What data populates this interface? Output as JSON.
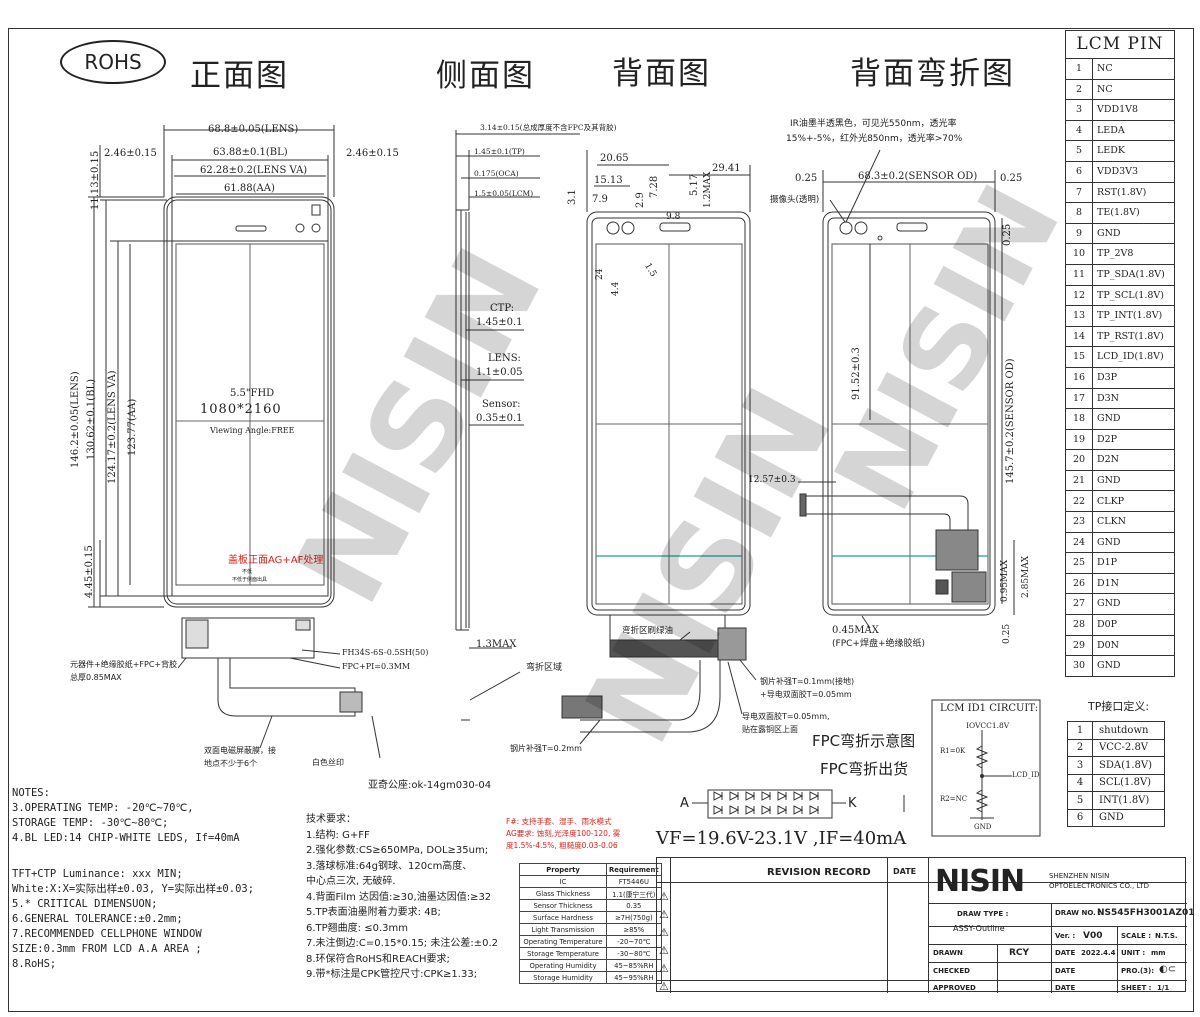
{
  "rohs": "ROHS",
  "titles": {
    "front": "正面图",
    "side": "侧面图",
    "back": "背面图",
    "fold": "背面弯折图"
  },
  "front": {
    "dims": [
      "68.8±0.05(LENS)",
      "63.88±0.1(BL)",
      "62.28±0.2(LENS VA)",
      "61.88(AA)",
      "2.46±0.15",
      "2.46±0.15",
      "11.13±0.15",
      "146.2±0.05(LENS)",
      "130.62±0.1(BL)",
      "124.17±0.2(LENS VA)",
      "123.77(AA)",
      "4.45±0.15"
    ],
    "res1": "5.5\"FHD",
    "res2": "1080*2160",
    "view": "Viewing Angle:FREE",
    "ag": "盖板正面AG+AF处理",
    "small1": "不低",
    "small2": "不低于侧面出具",
    "fh": "FH34S-6S-0.5SH(50)",
    "fpc": "FPC+PI=0.3MM",
    "comp1": "元器件+绝缘胶纸+FPC+背胶",
    "comp2": "总厚0.85MAX",
    "tape1": "双面电磁屏蔽膜，接",
    "tape2": "地点不少于6个",
    "silk": "白色丝印"
  },
  "side": {
    "top1": "3.14±0.15(总成厚度不含FPC及其背胶)",
    "tp": "1.45±0.1(TP)",
    "oca": "0.175(OCA)",
    "lcm": "1.5±0.05(LCM)",
    "ctp": "CTP:",
    "ctpv": "1.45±0.1",
    "lens": "LENS:",
    "lensv": "1.1±0.05",
    "sensor": "Sensor:",
    "sensorv": "0.35±0.1",
    "max": "1.3MAX",
    "bend": "弯折区域"
  },
  "back": {
    "d1": "20.65",
    "d2": "29.41",
    "d3": "15.13",
    "d4": "7.9",
    "d5": "7.28",
    "d6": "5.17",
    "d7": "3.1",
    "d8": "2.9",
    "d9": "9.8",
    "d10": "1.2MAX",
    "d11": "24",
    "d12": "4.4",
    "d13": "1.5",
    "green": "弯折区刷绿油",
    "st1": "钢片补强T=0.1mm(接地)",
    "st2": "+导电双面胶T=0.05mm",
    "cd1": "导电双面胶T=0.05mm,",
    "cd2": "贴在露铜区上面",
    "st3": "钢片补强T=0.2mm"
  },
  "fold": {
    "ir1": "IR油墨半透黑色，可见光550nm，透光率",
    "ir2": "15%+-5%，红外光850nm，透光率>70%",
    "cam": "摄像头(透明)",
    "d1": "0.25",
    "d2": "68.3±0.2(SENSOR OD)",
    "d3": "0.25",
    "d4": "0.25",
    "d5": "91.52±0.3",
    "d6": "145.7±0.2(SENSOR OD)",
    "d7": "12.57±0.3",
    "d8": "0.95MAX",
    "d9": "2.85MAX",
    "d10": "0.25",
    "m1": "0.45MAX",
    "m2": "(FPC+焊盘+绝缘胶纸)"
  },
  "pin_title": "LCM PIN",
  "pins": [
    [
      "1",
      "NC"
    ],
    [
      "2",
      "NC"
    ],
    [
      "3",
      "VDD1V8"
    ],
    [
      "4",
      "LEDA"
    ],
    [
      "5",
      "LEDK"
    ],
    [
      "6",
      "VDD3V3"
    ],
    [
      "7",
      "RST(1.8V)"
    ],
    [
      "8",
      "TE(1.8V)"
    ],
    [
      "9",
      "GND"
    ],
    [
      "10",
      "TP_2V8"
    ],
    [
      "11",
      "TP_SDA(1.8V)"
    ],
    [
      "12",
      "TP_SCL(1.8V)"
    ],
    [
      "13",
      "TP_INT(1.8V)"
    ],
    [
      "14",
      "TP_RST(1.8V)"
    ],
    [
      "15",
      "LCD_ID(1.8V)"
    ],
    [
      "16",
      "D3P"
    ],
    [
      "17",
      "D3N"
    ],
    [
      "18",
      "GND"
    ],
    [
      "19",
      "D2P"
    ],
    [
      "20",
      "D2N"
    ],
    [
      "21",
      "GND"
    ],
    [
      "22",
      "CLKP"
    ],
    [
      "23",
      "CLKN"
    ],
    [
      "24",
      "GND"
    ],
    [
      "25",
      "D1P"
    ],
    [
      "26",
      "D1N"
    ],
    [
      "27",
      "GND"
    ],
    [
      "28",
      "D0P"
    ],
    [
      "29",
      "D0N"
    ],
    [
      "30",
      "GND"
    ]
  ],
  "tp_title": "TP接口定义:",
  "tp_pins": [
    [
      "1",
      "shutdown"
    ],
    [
      "2",
      "VCC-2.8V"
    ],
    [
      "3",
      "SDA(1.8V)"
    ],
    [
      "4",
      "SCL(1.8V)"
    ],
    [
      "5",
      "INT(1.8V)"
    ],
    [
      "6",
      "GND"
    ]
  ],
  "circuit": {
    "title": "LCM ID1 CIRCUIT:",
    "vcc": "IOVCC1.8V",
    "r1": "R1=0K",
    "r2": "R2=NC",
    "id": "LCD_ID",
    "gnd": "GND"
  },
  "fpc1": "FPC弯折示意图",
  "fpc2": "FPC弯折出货",
  "led": {
    "a": "A",
    "k": "K",
    "vf": "VF=19.6V-23.1V ,IF=40mA"
  },
  "notes": [
    "NOTES:",
    "3.OPERATING TEMP: -20℃~70℃,",
    "  STORAGE TEMP: -30℃~80℃;",
    "4.BL  LED:14 CHIP-WHITE  LEDS, If=40mA",
    "",
    "",
    "    TFT+CTP  Luminance:  xxx MIN;",
    "      White:X:X=实际出样±0.03, Y=实际出样±0.03;",
    "5.* CRITICAL DIMENSUON;",
    "6.GENERAL TOLERANCE:±0.2mm;",
    "7.RECOMMENDED CELLPHONE WINDOW",
    "  SIZE:0.3mm FROM LCD A.A AREA ;",
    "8.RoHS;"
  ],
  "yaqi": "亚奇公座:ok-14gm030-04",
  "tech": [
    "技术要求：",
    "1.结构: G+FF",
    "2.强化参数:CS≥650MPa, DOL≥35um;",
    "3.落球标准:64g钢球、120cm高度、",
    "          中心点三次, 无破碎.",
    "4.背面Film 达因值:≥30,油墨达因值:≥32",
    "5.TP表面油墨附着力要求: 4B;",
    "6.TP翘曲度: ≤0.3mm",
    "7.未注倒边:C=0.15*0.15; 未注公差:±0.2",
    "8.环保符合RoHS和REACH要求;",
    "9.带*标注是CPK管控尺寸:CPK≥1.33;"
  ],
  "red_notes": [
    "F#: 支持手套、湿手、雨水模式",
    "AG要求: 蚀刻,光泽度100-120, 雾",
    "度1.5%-4.5%, 粗糙度0.03-0.06"
  ],
  "prop_head": [
    "Property",
    "Requirement"
  ],
  "props": [
    [
      "IC",
      "FT5446U"
    ],
    [
      "Glass Thickness",
      "1.1(康宁三代)"
    ],
    [
      "Sensor Thickness",
      "0.35"
    ],
    [
      "Surface Hardness",
      "≥7H(750g)"
    ],
    [
      "Light Transmission",
      "≥85%"
    ],
    [
      "Operating Temperature",
      "-20~70℃"
    ],
    [
      "Storage Temperature",
      "-30~80℃"
    ],
    [
      "Operating Humidity",
      "45~85%RH"
    ],
    [
      "Storage Humidity",
      "45~95%RH"
    ]
  ],
  "tb": {
    "rev": "REVISION RECORD",
    "date": "DATE",
    "logo": "NISIN",
    "co1": "SHENZHEN NISIN",
    "co2": "OPTOELECTRONICS CO., LTD",
    "dtype": "DRAW TYPE :",
    "dtypev": "ASSY-Outline",
    "dno": "DRAW NO. :",
    "dnov": "NS545FH3001AZ01",
    "ver": "Ver. :",
    "verv": "V00",
    "scale": "SCALE :",
    "scalev": "N.T.S.",
    "drawn": "DRAWN",
    "drawnv": "RCY",
    "date2": "DATE",
    "datev": "2022.4.4",
    "unit": "UNIT :",
    "unitv": "mm",
    "pro": "PRO.(3):",
    "checked": "CHECKED",
    "date3": "DATE",
    "approved": "APPROVED",
    "date4": "DATE",
    "sheet": "SHEET :",
    "sheetv": "1/1"
  },
  "wm": [
    "NISIN",
    "NISIN",
    "NISIN"
  ]
}
